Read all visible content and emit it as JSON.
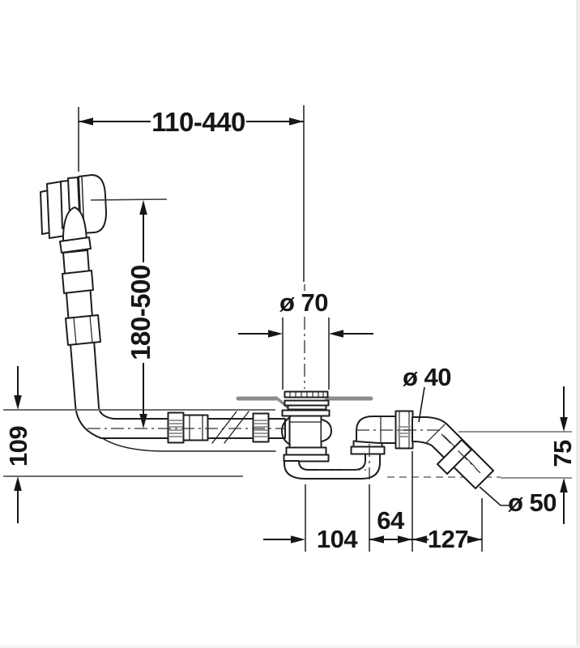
{
  "drawing": {
    "title": "bath-waste-overflow-technical-drawing",
    "colors": {
      "line": "#1d1d1d",
      "reference_line": "#6e6e6e",
      "tub_line": "#8c8c8c",
      "hatch": "#9a9a9a",
      "background": "#ffffff"
    },
    "dimensions": {
      "top_span": "110-440",
      "overflow_height": "180-500",
      "drain_diameter": "ø 70",
      "elbow_diameter": "ø 40",
      "outlet_diameter": "ø 50",
      "inlet_height": "109",
      "outlet_height": "75",
      "trap_length": "104",
      "elbow_offset": "64",
      "outlet_projection": "127"
    }
  }
}
